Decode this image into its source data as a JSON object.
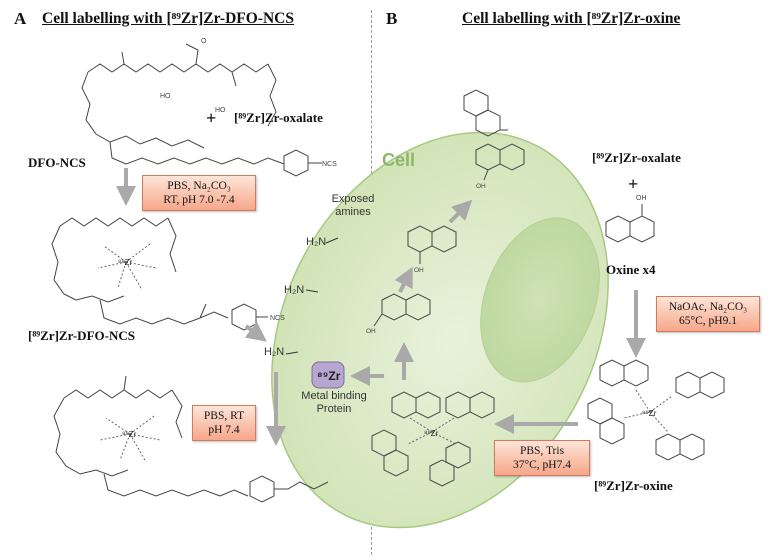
{
  "panels": {
    "a": {
      "letter": "A",
      "title": "Cell labelling with [⁸⁹Zr]Zr-DFO-NCS",
      "reagent_dfo": "DFO-NCS",
      "reagent_oxalate": "[⁸⁹Zr]Zr-oxalate",
      "product_label": "[⁸⁹Zr]Zr-DFO-NCS",
      "plus": "+",
      "condition1": [
        "PBS, Na₂CO₃",
        "RT, pH 7.0 -7.4"
      ],
      "condition2": [
        "PBS, RT",
        "pH 7.4"
      ]
    },
    "b": {
      "letter": "B",
      "title": "Cell labelling with [⁸⁹Zr]Zr-oxine",
      "reagent_oxalate": "[⁸⁹Zr]Zr-oxalate",
      "reagent_oxine": "Oxine x4",
      "product_label": "[⁸⁹Zr]Zr-oxine",
      "plus": "+",
      "condition1": [
        "NaOAc, Na₂CO₃",
        "65°C, pH9.1"
      ],
      "condition2": [
        "PBS, Tris",
        "37°C, pH7.4"
      ]
    }
  },
  "cell": {
    "label": "Cell",
    "exposed_amines": [
      "Exposed",
      "amines"
    ],
    "zr_badge": "⁸⁹Zr",
    "protein_label": [
      "Metal binding",
      "Protein"
    ],
    "amine_group": "H₂N",
    "zr_atom": "⁸⁹Zr",
    "oh": "OH",
    "n": "N",
    "o": "O"
  },
  "colors": {
    "cell_fill": "#d6e7bf",
    "cell_stroke": "#9fc07a",
    "cell_label": "#8fb76a",
    "arrow": "#a9a9a9",
    "condition_border": "#d07a5e",
    "protein_badge": "#b7a6cf"
  }
}
